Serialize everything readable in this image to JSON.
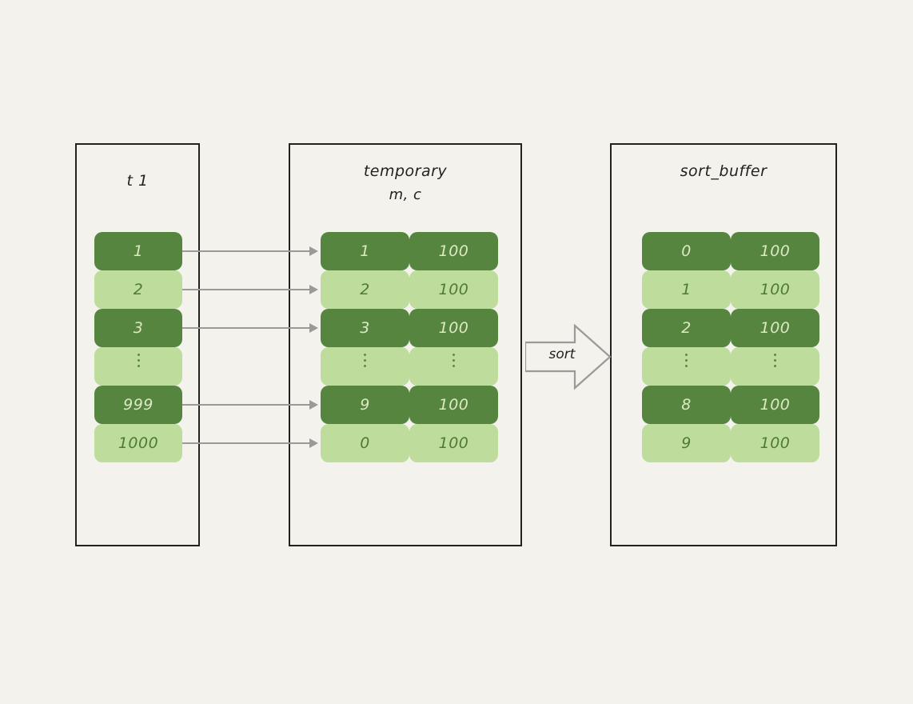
{
  "background_color": "#f4f2ed",
  "colors": {
    "dark_green": "#55853f",
    "light_green": "#bedd9c",
    "dark_text": "#dce9c3",
    "light_text": "#4c7a37",
    "border": "#23221f",
    "arrow": "#9a9a96"
  },
  "boxes": {
    "t1": {
      "title": "t 1",
      "rows": [
        {
          "shade": "dark",
          "value": "1"
        },
        {
          "shade": "light",
          "value": "2"
        },
        {
          "shade": "dark",
          "value": "3"
        },
        {
          "shade": "light",
          "value": "⋮"
        },
        {
          "shade": "dark",
          "value": "999"
        },
        {
          "shade": "light",
          "value": "1000"
        }
      ]
    },
    "temporary": {
      "title": "temporary",
      "subtitle": "m, c",
      "rows": [
        {
          "shade": "dark",
          "left": "1",
          "right": "100"
        },
        {
          "shade": "light",
          "left": "2",
          "right": "100"
        },
        {
          "shade": "dark",
          "left": "3",
          "right": "100"
        },
        {
          "shade": "light",
          "left": "⋮",
          "right": "⋮"
        },
        {
          "shade": "dark",
          "left": "9",
          "right": "100"
        },
        {
          "shade": "light",
          "left": "0",
          "right": "100"
        }
      ]
    },
    "sort_buffer": {
      "title": "sort_buffer",
      "rows": [
        {
          "shade": "dark",
          "left": "0",
          "right": "100"
        },
        {
          "shade": "light",
          "left": "1",
          "right": "100"
        },
        {
          "shade": "dark",
          "left": "2",
          "right": "100"
        },
        {
          "shade": "light",
          "left": "⋮",
          "right": "⋮"
        },
        {
          "shade": "dark",
          "left": "8",
          "right": "100"
        },
        {
          "shade": "light",
          "left": "9",
          "right": "100"
        }
      ]
    }
  },
  "sort_arrow": {
    "label": "sort"
  },
  "connectors": [
    {
      "from_row": 0,
      "to_row": 0
    },
    {
      "from_row": 1,
      "to_row": 1
    },
    {
      "from_row": 2,
      "to_row": 2
    },
    {
      "from_row": 4,
      "to_row": 4
    },
    {
      "from_row": 5,
      "to_row": 5
    }
  ]
}
